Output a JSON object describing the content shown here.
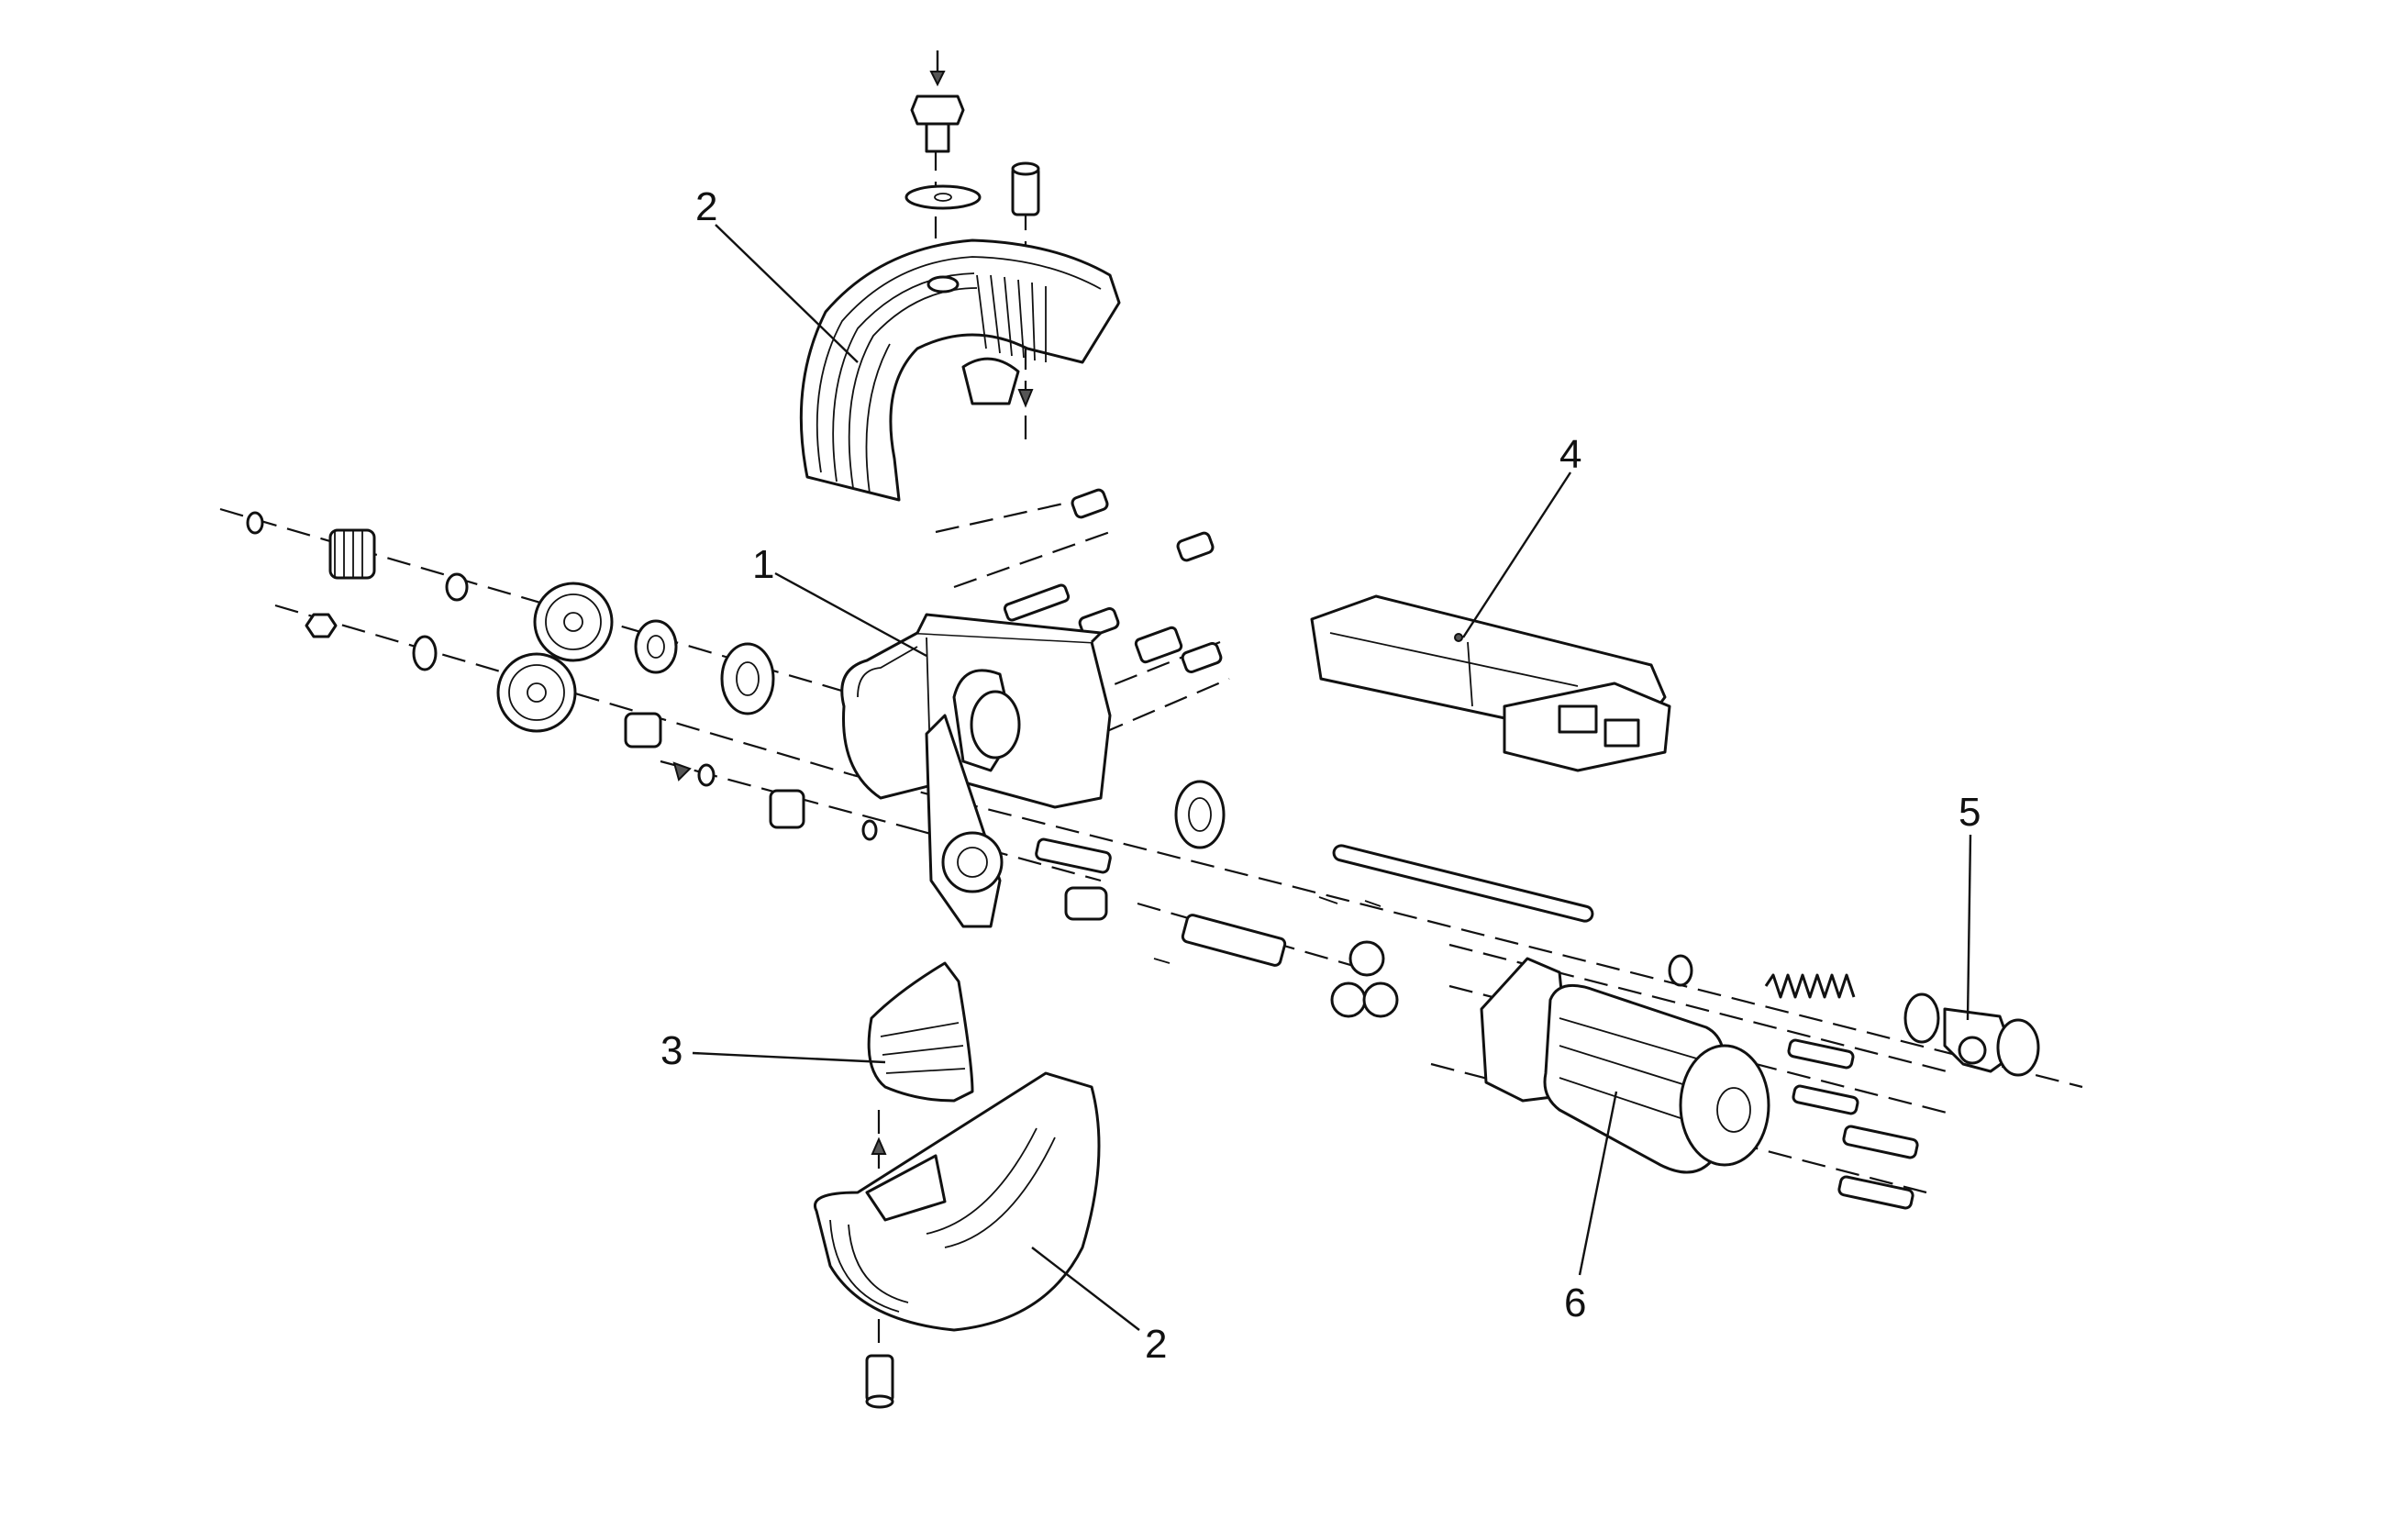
{
  "diagram": {
    "type": "exploded-assembly",
    "callouts": [
      {
        "id": "c2-top",
        "label": "2"
      },
      {
        "id": "c4",
        "label": "4"
      },
      {
        "id": "c1",
        "label": "1"
      },
      {
        "id": "c5",
        "label": "5"
      },
      {
        "id": "c3",
        "label": "3"
      },
      {
        "id": "c6",
        "label": "6"
      },
      {
        "id": "c2-bottom",
        "label": "2"
      }
    ]
  }
}
